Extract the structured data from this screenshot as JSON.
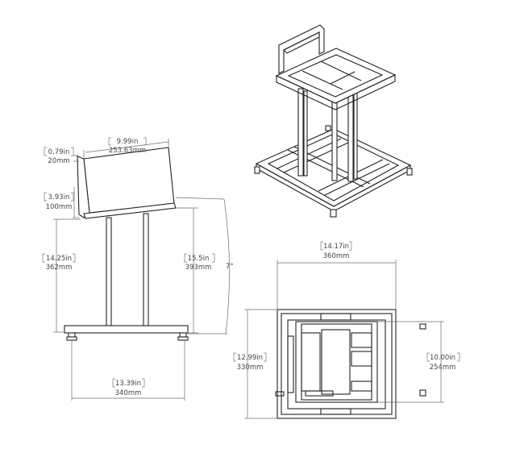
{
  "colors": {
    "line": "#222222",
    "dimension_line": "#6b6b6b",
    "text": "#444444",
    "background": "#ffffff"
  },
  "side_view": {
    "tray_width": {
      "in": "9.99in",
      "mm": "253.63mm"
    },
    "tray_thickness": {
      "in": "0.79in",
      "mm": "20mm"
    },
    "lip_height": {
      "in": "3.93in",
      "mm": "100mm"
    },
    "column_height": {
      "in": "14.25in",
      "mm": "362mm"
    },
    "front_height": {
      "in": "15.5in",
      "mm": "393mm"
    },
    "tilt_angle": "7°",
    "base_depth": {
      "in": "13.39in",
      "mm": "340mm"
    }
  },
  "top_view": {
    "width": {
      "in": "14.17in",
      "mm": "360mm"
    },
    "depth": {
      "in": "12.99in",
      "mm": "330mm"
    },
    "tray_depth": {
      "in": "10.00in",
      "mm": "254mm"
    }
  }
}
